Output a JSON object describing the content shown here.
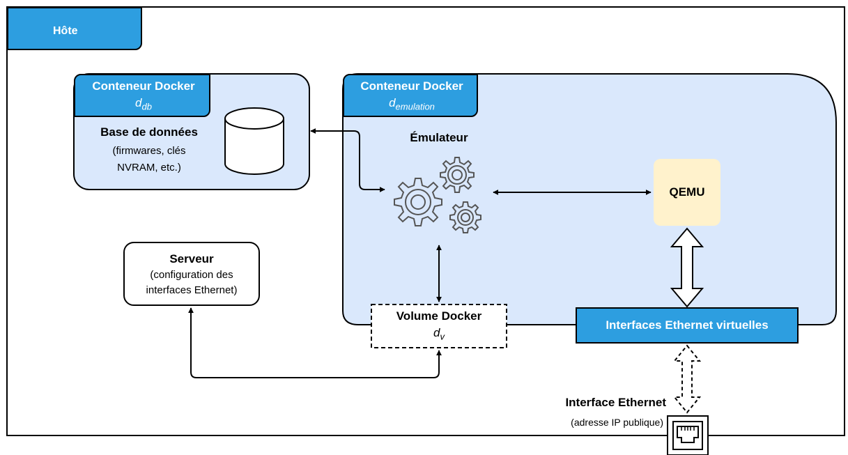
{
  "host": {
    "label": "Hôte"
  },
  "db_container": {
    "title": "Conteneur Docker",
    "var_main": "d",
    "var_sub": "db",
    "db_title": "Base de données",
    "db_desc_line1": "(firmwares, clés",
    "db_desc_line2": "NVRAM, etc.)"
  },
  "emu_container": {
    "title": "Conteneur Docker",
    "var_main": "d",
    "var_sub": "emulation",
    "emulator_label": "Émulateur",
    "qemu_label": "QEMU",
    "virtual_if_label": "Interfaces Ethernet virtuelles"
  },
  "server": {
    "title": "Serveur",
    "line1": "(configuration des",
    "line2": "interfaces Ethernet)"
  },
  "volume": {
    "title": "Volume Docker",
    "var_main": "d",
    "var_sub": "v"
  },
  "ethernet": {
    "title": "Interface Ethernet",
    "subtitle": "(adresse IP publique)"
  },
  "colors": {
    "tab_blue": "#2d9ee0",
    "container_fill": "#dae8fc",
    "qemu_fill": "#fff2cc",
    "stroke": "#000000"
  },
  "icons": [
    "database-cylinder-icon",
    "gears-icon",
    "ethernet-port-icon"
  ]
}
